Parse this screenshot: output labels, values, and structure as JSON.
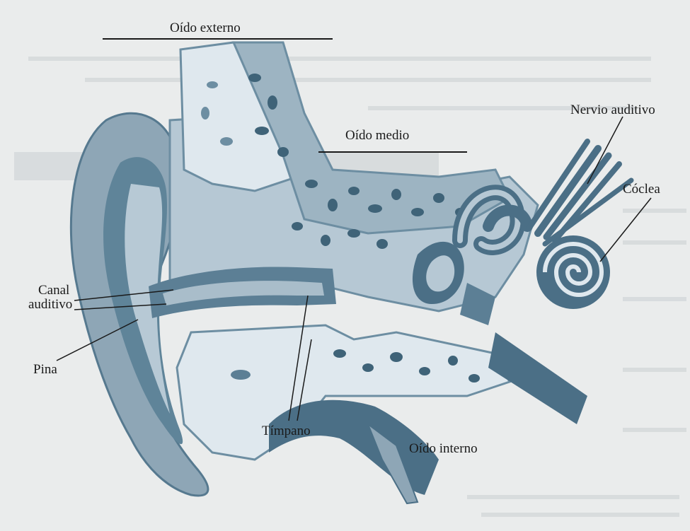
{
  "labels": {
    "outer_ear": "Oído externo",
    "middle_ear": "Oído medio",
    "auditory_nerve": "Nervio auditivo",
    "cochlea": "Cóclea",
    "ear_canal_line1": "Canal",
    "ear_canal_line2": "auditivo",
    "pinna": "Pina",
    "eardrum": "Tímpano",
    "inner_ear": "Oído interno"
  },
  "colors": {
    "page_background": "#eaecec",
    "outer_tissue": "#8ea6b6",
    "dark_tissue": "#4b6f86",
    "bone_pale": "#dfe8ee",
    "bone_mid": "#b6c8d4",
    "bone_spots": "#3f6378",
    "canal": "#5c7f95"
  }
}
